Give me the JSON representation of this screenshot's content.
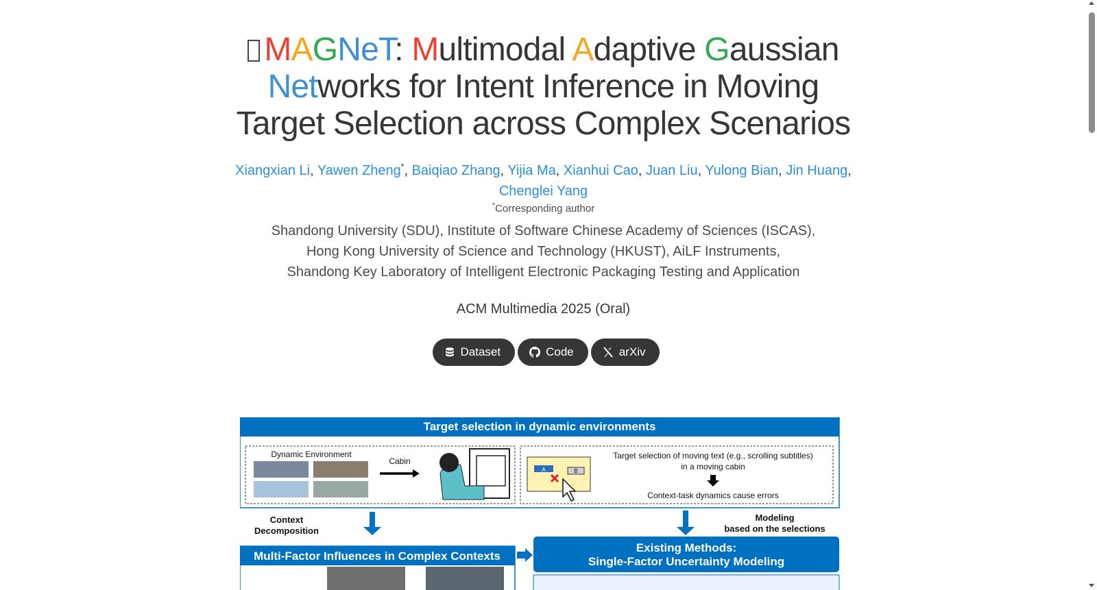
{
  "title": {
    "emoji": "🚀",
    "acronym_letters": [
      "M",
      "A",
      "G",
      "N",
      "e",
      "T"
    ],
    "colon": ":",
    "line1_m": "M",
    "line1_m_rest": "ultimodal ",
    "line1_a": "A",
    "line1_a_rest": "daptive ",
    "line1_g": "G",
    "line1_g_rest": "aussian",
    "line2_net": "Net",
    "line2_rest": "works for Intent Inference in Moving",
    "line3": "Target Selection across Complex Scenarios"
  },
  "authors": [
    {
      "name": "Xiangxian Li",
      "sup": ""
    },
    {
      "name": "Yawen Zheng",
      "sup": "*"
    },
    {
      "name": "Baiqiao Zhang",
      "sup": ""
    },
    {
      "name": "Yijia Ma",
      "sup": ""
    },
    {
      "name": "Xianhui Cao",
      "sup": ""
    },
    {
      "name": "Juan Liu",
      "sup": ""
    },
    {
      "name": "Yulong Bian",
      "sup": ""
    },
    {
      "name": "Jin Huang",
      "sup": ""
    },
    {
      "name": "Chenglei Yang",
      "sup": ""
    }
  ],
  "corresponding": {
    "mark": "*",
    "text": "Corresponding author"
  },
  "affiliations": [
    "Shandong University (SDU), Institute of Software Chinese Academy of Sciences (ISCAS),",
    "Hong Kong University of Science and Technology (HKUST), AiLF Instruments,",
    "Shandong Key Laboratory of Intelligent Electronic Packaging Testing and Application"
  ],
  "venue": "ACM Multimedia 2025 (Oral)",
  "buttons": [
    {
      "label": "Dataset",
      "icon": "database-icon"
    },
    {
      "label": "Code",
      "icon": "github-icon"
    },
    {
      "label": "arXiv",
      "icon": "arxiv-icon"
    }
  ],
  "figure": {
    "top_header": "Target selection in dynamic environments",
    "dynamic_env_label": "Dynamic Environment",
    "cabin_label": "Cabin",
    "task_text_line1": "Target selection of moving text (e.g., scrolling subtitles)",
    "task_text_line2": "in a moving cabin",
    "error_text": "Context-task dynamics cause errors",
    "box_a": "A",
    "box_b": "B",
    "context_label_1": "Context",
    "context_label_2": "Decomposition",
    "modeling_label_1": "Modeling",
    "modeling_label_2": "based on the selections",
    "multi_factor_header": "Multi-Factor Influences in Complex Contexts",
    "existing_header_1": "Existing Methods:",
    "existing_header_2": "Single-Factor Uncertainty Modeling"
  },
  "colors": {
    "red": "#ea4335",
    "orange": "#f5a623",
    "green": "#34a853",
    "blue": "#3f8fd2",
    "link": "#2d8fd8",
    "button_bg": "#363636",
    "figure_blue": "#0070c0"
  }
}
